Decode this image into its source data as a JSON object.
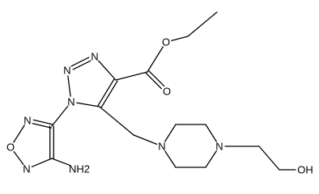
{
  "structure": {
    "atoms": [
      {
        "id": "N1",
        "symbol": "N",
        "label": "N"
      },
      {
        "id": "N2",
        "symbol": "N",
        "label": "N"
      },
      {
        "id": "N3",
        "symbol": "N",
        "label": "N"
      },
      {
        "id": "C4",
        "symbol": "C",
        "label": ""
      },
      {
        "id": "C5",
        "symbol": "C",
        "label": ""
      },
      {
        "id": "Cester",
        "symbol": "C",
        "label": ""
      },
      {
        "id": "Ocarbonyl",
        "symbol": "O",
        "label": "O"
      },
      {
        "id": "Oester",
        "symbol": "O",
        "label": "O"
      },
      {
        "id": "CH2a",
        "symbol": "C",
        "label": ""
      },
      {
        "id": "CH3",
        "symbol": "C",
        "label": ""
      },
      {
        "id": "CH2link",
        "symbol": "C",
        "label": ""
      },
      {
        "id": "NpipA",
        "symbol": "N",
        "label": "N"
      },
      {
        "id": "Cp1",
        "symbol": "C",
        "label": ""
      },
      {
        "id": "Cp2",
        "symbol": "C",
        "label": ""
      },
      {
        "id": "NpipB",
        "symbol": "N",
        "label": "N"
      },
      {
        "id": "Cp3",
        "symbol": "C",
        "label": ""
      },
      {
        "id": "Cp4",
        "symbol": "C",
        "label": ""
      },
      {
        "id": "Ce1",
        "symbol": "C",
        "label": ""
      },
      {
        "id": "Ce2",
        "symbol": "C",
        "label": ""
      },
      {
        "id": "OH",
        "symbol": "O",
        "label": "OH"
      },
      {
        "id": "Cf1",
        "symbol": "C",
        "label": ""
      },
      {
        "id": "Cf2",
        "symbol": "C",
        "label": ""
      },
      {
        "id": "Nf1",
        "symbol": "N",
        "label": "N"
      },
      {
        "id": "Of",
        "symbol": "O",
        "label": "O"
      },
      {
        "id": "Nf2",
        "symbol": "N",
        "label": "N"
      },
      {
        "id": "NH2",
        "symbol": "N",
        "label": "NH2"
      }
    ],
    "bonds": [
      {
        "a": "N1",
        "b": "N2",
        "order": 1
      },
      {
        "a": "N2",
        "b": "N3",
        "order": 2
      },
      {
        "a": "N3",
        "b": "C4",
        "order": 1
      },
      {
        "a": "C4",
        "b": "C5",
        "order": 2
      },
      {
        "a": "C5",
        "b": "N1",
        "order": 1
      },
      {
        "a": "C4",
        "b": "Cester",
        "order": 1
      },
      {
        "a": "Cester",
        "b": "Ocarbonyl",
        "order": 2
      },
      {
        "a": "Cester",
        "b": "Oester",
        "order": 1
      },
      {
        "a": "Oester",
        "b": "CH2a",
        "order": 1
      },
      {
        "a": "CH2a",
        "b": "CH3",
        "order": 1
      },
      {
        "a": "C5",
        "b": "CH2link",
        "order": 1
      },
      {
        "a": "CH2link",
        "b": "NpipA",
        "order": 1
      },
      {
        "a": "NpipA",
        "b": "Cp1",
        "order": 1
      },
      {
        "a": "Cp1",
        "b": "Cp2",
        "order": 1
      },
      {
        "a": "Cp2",
        "b": "NpipB",
        "order": 1
      },
      {
        "a": "NpipB",
        "b": "Cp3",
        "order": 1
      },
      {
        "a": "Cp3",
        "b": "Cp4",
        "order": 1
      },
      {
        "a": "Cp4",
        "b": "NpipA",
        "order": 1
      },
      {
        "a": "NpipB",
        "b": "Ce1",
        "order": 1
      },
      {
        "a": "Ce1",
        "b": "Ce2",
        "order": 1
      },
      {
        "a": "Ce2",
        "b": "OH",
        "order": 1
      },
      {
        "a": "N1",
        "b": "Cf1",
        "order": 1
      },
      {
        "a": "Cf1",
        "b": "Cf2",
        "order": 2
      },
      {
        "a": "Cf2",
        "b": "Nf2",
        "order": 1
      },
      {
        "a": "Nf2",
        "b": "Of",
        "order": 1
      },
      {
        "a": "Of",
        "b": "Nf1",
        "order": 1
      },
      {
        "a": "Nf1",
        "b": "Cf1",
        "order": 2
      },
      {
        "a": "Cf2",
        "b": "NH2",
        "order": 1
      }
    ]
  }
}
